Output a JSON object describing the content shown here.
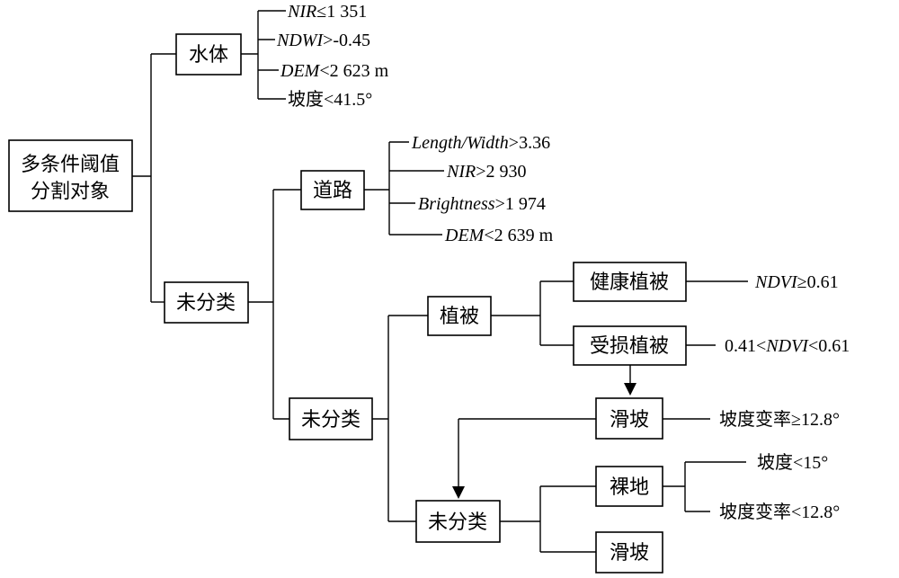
{
  "root": {
    "line1": "多条件阈值",
    "line2": "分割对象"
  },
  "water": {
    "label": "水体",
    "rules": [
      {
        "var": "NIR",
        "rest": "≤1 351"
      },
      {
        "var": "NDWI",
        "rest": ">-0.45"
      },
      {
        "var": "DEM",
        "rest": "<2 623 m"
      },
      {
        "var": "",
        "rest": "坡度<41.5°"
      }
    ]
  },
  "unclassified1": {
    "label": "未分类"
  },
  "road": {
    "label": "道路",
    "rules": [
      {
        "var": "Length/Width",
        "rest": ">3.36"
      },
      {
        "var": "NIR",
        "rest": ">2 930"
      },
      {
        "var": "Brightness",
        "rest": ">1 974"
      },
      {
        "var": "DEM",
        "rest": "<2 639 m"
      }
    ]
  },
  "unclassified2": {
    "label": "未分类"
  },
  "vegetation": {
    "label": "植被"
  },
  "healthy_veg": {
    "label": "健康植被",
    "rule_var": "NDVI",
    "rule_rest": "≥0.61"
  },
  "damaged_veg": {
    "label": "受损植被",
    "rule_pre": "0.41<",
    "rule_var": "NDVI",
    "rule_rest": "<0.61"
  },
  "landslide1": {
    "label": "滑坡",
    "rule": "坡度变率≥12.8°"
  },
  "unclassified3": {
    "label": "未分类"
  },
  "bare": {
    "label": "裸地",
    "rules": [
      "坡度<15°",
      "坡度变率<12.8°"
    ]
  },
  "landslide2": {
    "label": "滑坡"
  }
}
